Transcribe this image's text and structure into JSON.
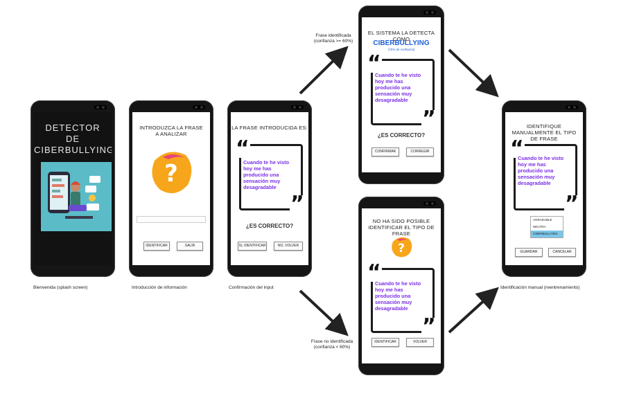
{
  "screens": {
    "splash": {
      "title": [
        "DETECTOR",
        "DE",
        "CIBERBULLYING"
      ],
      "caption": "Bienvenida (splash screen)"
    },
    "intro": {
      "title": "INTRODUZCA LA FRASE A ANALIZAR",
      "identify": "IDENTIFICAR",
      "exit": "SALIR",
      "caption": "Introducción de información"
    },
    "confirm": {
      "title": "LA FRASE INTRODUCIDA ES:",
      "question": "¿ES CORRECTO?",
      "yes": "SI, IDENTIFICAR",
      "no": "NO, VOLVER",
      "caption": "Confirmación del input"
    },
    "detected": {
      "title": "EL SISTEMA LA DETECTA COMO",
      "label": "CIBERBULLYING",
      "confidence": "(75% de confianza)",
      "question": "¿ES CORRECTO?",
      "confirm": "CONFIRMAR",
      "correct": "CORREGIR"
    },
    "not_identified": {
      "title": "NO HA SIDO POSIBLE IDENTIFICAR EL TIPO DE FRASE",
      "identify": "IDENTIFICAR",
      "back": "VOLVER"
    },
    "manual": {
      "title": "IDENTIFIQUE MANUALMENTE EL TIPO DE FRASE",
      "options": [
        "AGRADABLE",
        "NEUTRA",
        "CIBERBULLYING"
      ],
      "selected": "CIBERBULLYING",
      "save": "GUARDAR",
      "cancel": "CANCELAR",
      "caption": "Identificación manual (reentrenamiento)"
    }
  },
  "phrase": "Cuando te he visto hoy me has producido una sensación muy desagradable",
  "arrows": {
    "identified": "Frase identificada (confianza >= 60%)",
    "not_identified": "Frase no identificada (confianza < 60%)"
  },
  "colors": {
    "accent_purple": "#7b2ee6",
    "accent_blue": "#1f5fd6",
    "selected_option": "#7cc6e8",
    "illustration_orange": "#f7a61b"
  }
}
